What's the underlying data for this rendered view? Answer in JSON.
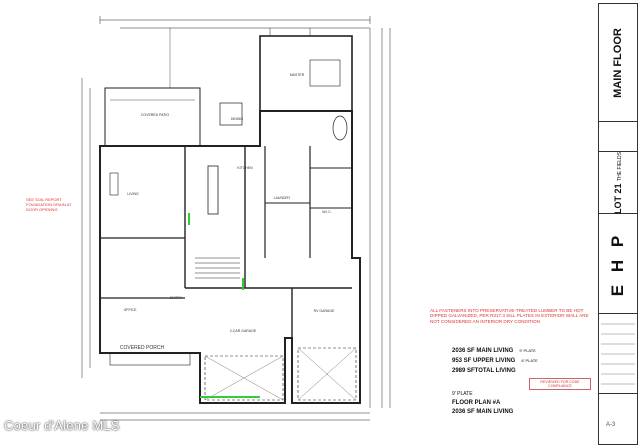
{
  "title_block": {
    "sheet_name": "MAIN FLOOR",
    "lot": "LOT 21",
    "lot_sub": "THE FIELDS",
    "firm": "E H P",
    "page_number": "A-3"
  },
  "notes": {
    "red_note": "ALL FASTENERS INTO PRESERVATIVE-TREATED LUMBER TO BE HOT DIPPED GALVANIZED, PER R317.3 SILL PLATES IN EXTERIOR WALL ARE NOT CONSIDERED AN INTERIOR DRY CONDITION",
    "left_red_note": "SEE SOIL REPORT FOUNDATION DRAIN AT DOOR OPENING",
    "stamp": "REVIEWED FOR CODE COMPLIANCE"
  },
  "square_footage": [
    {
      "label": "2036 SF MAIN LIVING",
      "plate": "9' PLATE"
    },
    {
      "label": "953 SF UPPER LIVING",
      "plate": "8' PLATE"
    },
    {
      "label": "2989 SFTOTAL LIVING",
      "plate": ""
    }
  ],
  "floor_plan": {
    "plate": "9' PLATE",
    "name": "FLOOR PLAN #A",
    "area": "2036 SF MAIN LIVING"
  },
  "rooms": {
    "covered_patio": "COVERED PATIO",
    "master": "MASTER",
    "living": "LIVING",
    "kitchen": "KITCHEN",
    "dining": "DINING",
    "laundry": "LAUNDRY",
    "wic": "W.I.C.",
    "office": "OFFICE",
    "covered_porch": "COVERED PORCH",
    "garage": "2-CAR GARAGE",
    "rv_garage": "RV GARAGE",
    "entry": "ENTRY"
  },
  "watermark": "Coeur d'Alene MLS"
}
